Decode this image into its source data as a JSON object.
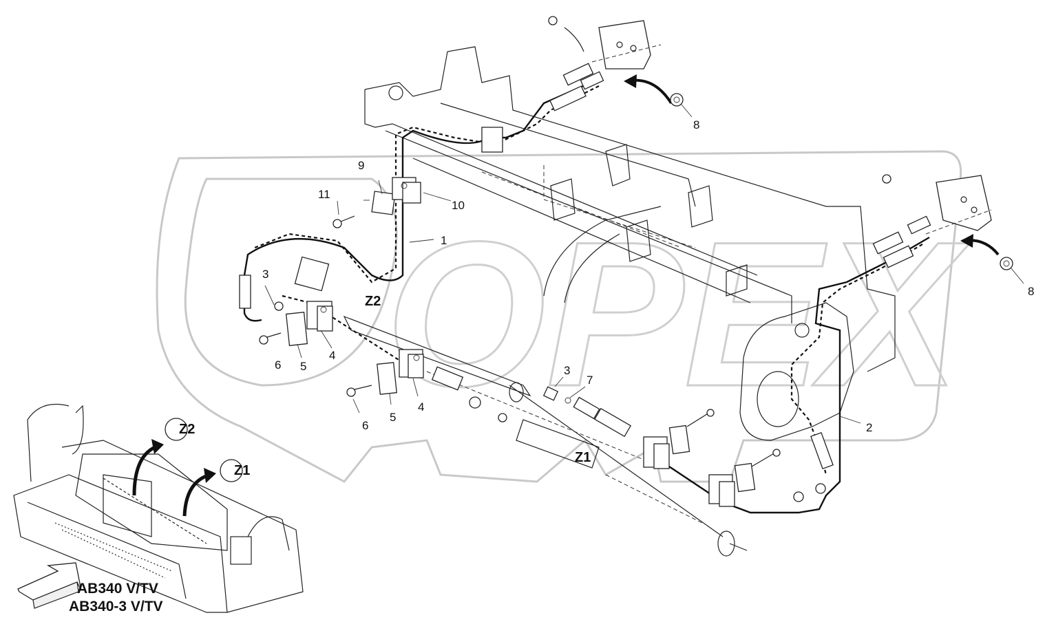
{
  "labels": [
    {
      "id": "1",
      "text": "1"
    },
    {
      "id": "2",
      "text": "2"
    },
    {
      "id": "3a",
      "text": "3"
    },
    {
      "id": "3b",
      "text": "3"
    },
    {
      "id": "4a",
      "text": "4"
    },
    {
      "id": "4b",
      "text": "4"
    },
    {
      "id": "5a",
      "text": "5"
    },
    {
      "id": "5b",
      "text": "5"
    },
    {
      "id": "6a",
      "text": "6"
    },
    {
      "id": "6b",
      "text": "6"
    },
    {
      "id": "7",
      "text": "7"
    },
    {
      "id": "8a",
      "text": "8"
    },
    {
      "id": "8b",
      "text": "8"
    },
    {
      "id": "9",
      "text": "9"
    },
    {
      "id": "10",
      "text": "10"
    },
    {
      "id": "11",
      "text": "11"
    }
  ],
  "zones": {
    "z1": "Z1",
    "z2": "Z2",
    "z1_callout": "Z1",
    "z2_callout": "Z2"
  },
  "models": {
    "line1": "AB340 V/TV",
    "line2": "AB340-3 V/TV"
  },
  "watermark": {
    "text": "OPEX"
  },
  "colors": {
    "line": "#222222",
    "watermark": "#c8c8c8",
    "background": "#ffffff"
  }
}
